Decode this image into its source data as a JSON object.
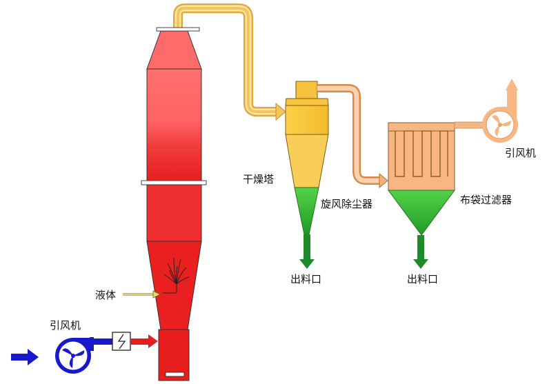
{
  "labels": {
    "dryer": "干燥塔",
    "cyclone": "旋风除尘器",
    "bag_filter": "布袋过滤器",
    "fan_top": "引风机",
    "fan_bottom": "引风机",
    "liquid": "液体",
    "outlet_cyclone": "出料口",
    "outlet_filter": "出料口"
  },
  "colors": {
    "tower": "#f03030",
    "tower_light": "#ff6b6b",
    "hot_pipe": "#f3b24a",
    "cyclone": "#f6c23e",
    "powder": "#2db52d",
    "bag_filter": "#f7b987",
    "blue_air": "#1a1acc",
    "outlet_arrow": "#1f8a2a"
  },
  "icons": [
    "fan-icon",
    "heater-icon",
    "spray-nozzle-icon",
    "arrow-icon"
  ]
}
